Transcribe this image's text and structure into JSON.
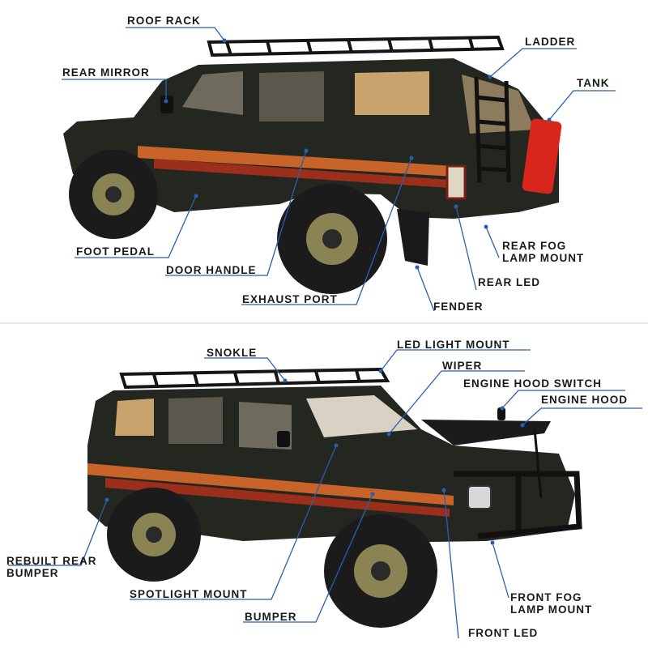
{
  "colors": {
    "body": "#23271f",
    "stripe_orange": "#c8642a",
    "stripe_red": "#9b2f1c",
    "tire": "#1b1b1b",
    "rim": "#8a8455",
    "tank": "#d8261c",
    "leader_line": "#2a5fb0",
    "window": "#c9a36d"
  },
  "top_view": {
    "labels": {
      "roof_rack": "ROOF RACK",
      "ladder": "LADDER",
      "rear_mirror": "REAR MIRROR",
      "tank": "TANK",
      "foot_pedal": "FOOT PEDAL",
      "door_handle": "DOOR HANDLE",
      "exhaust_port": "EXHAUST PORT",
      "rear_fog_line1": "REAR FOG",
      "rear_fog_line2": "LAMP MOUNT",
      "rear_led": "REAR LED",
      "fender": "FENDER"
    }
  },
  "bottom_view": {
    "labels": {
      "snokle": "SNOKLE",
      "led_light_mount": "LED LIGHT MOUNT",
      "wiper": "WIPER",
      "engine_hood_switch": "ENGINE HOOD SWITCH",
      "engine_hood": "ENGINE HOOD",
      "rebuilt_rear_line1": "REBUILT REAR",
      "rebuilt_rear_line2": "BUMPER",
      "spotlight_mount": "SPOTLIGHT MOUNT",
      "bumper": "BUMPER",
      "front_fog_line1": "FRONT FOG",
      "front_fog_line2": "LAMP MOUNT",
      "front_led": "FRONT LED"
    }
  }
}
